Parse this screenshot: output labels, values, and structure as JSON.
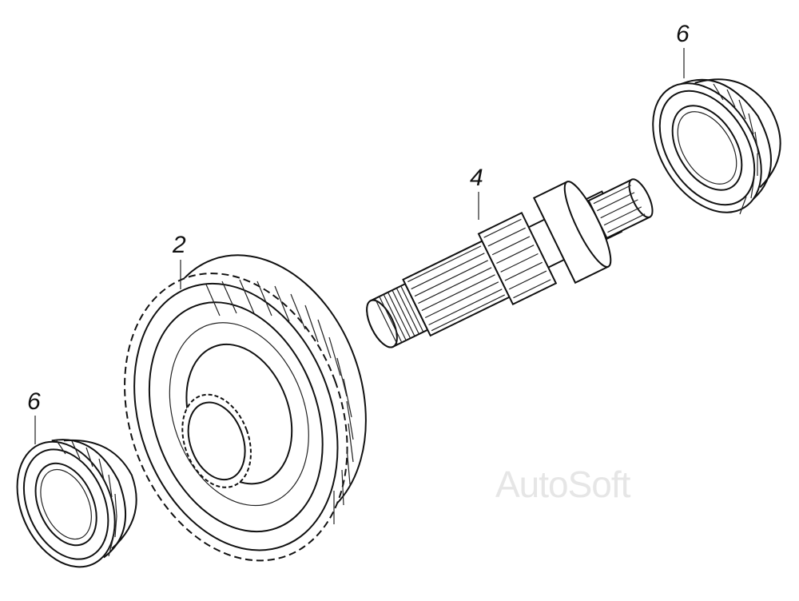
{
  "callouts": {
    "bearing_right": "6",
    "shaft": "4",
    "gear": "2",
    "bearing_left": "6"
  },
  "watermark": "AutoSoft",
  "colors": {
    "ink": "#111111",
    "paper": "#ffffff",
    "watermark": "#e6e6e6"
  }
}
